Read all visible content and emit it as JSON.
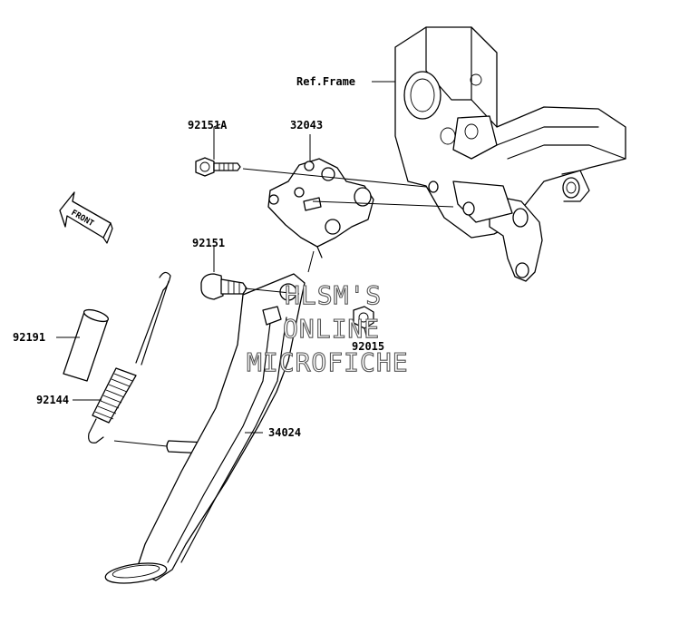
{
  "labels": {
    "ref_frame": "Ref.Frame",
    "p92151A": "92151A",
    "p32043": "32043",
    "p92151": "92151",
    "p92191": "92191",
    "p92144": "92144",
    "p92015": "92015",
    "p34024": "34024",
    "front": "FRONT"
  },
  "watermark": {
    "line1": "HLSM'S",
    "line2": "ONLINE",
    "line3": "MICROFICHE"
  },
  "colors": {
    "line": "#000000",
    "background": "#ffffff",
    "watermark_stroke": "#555555"
  }
}
